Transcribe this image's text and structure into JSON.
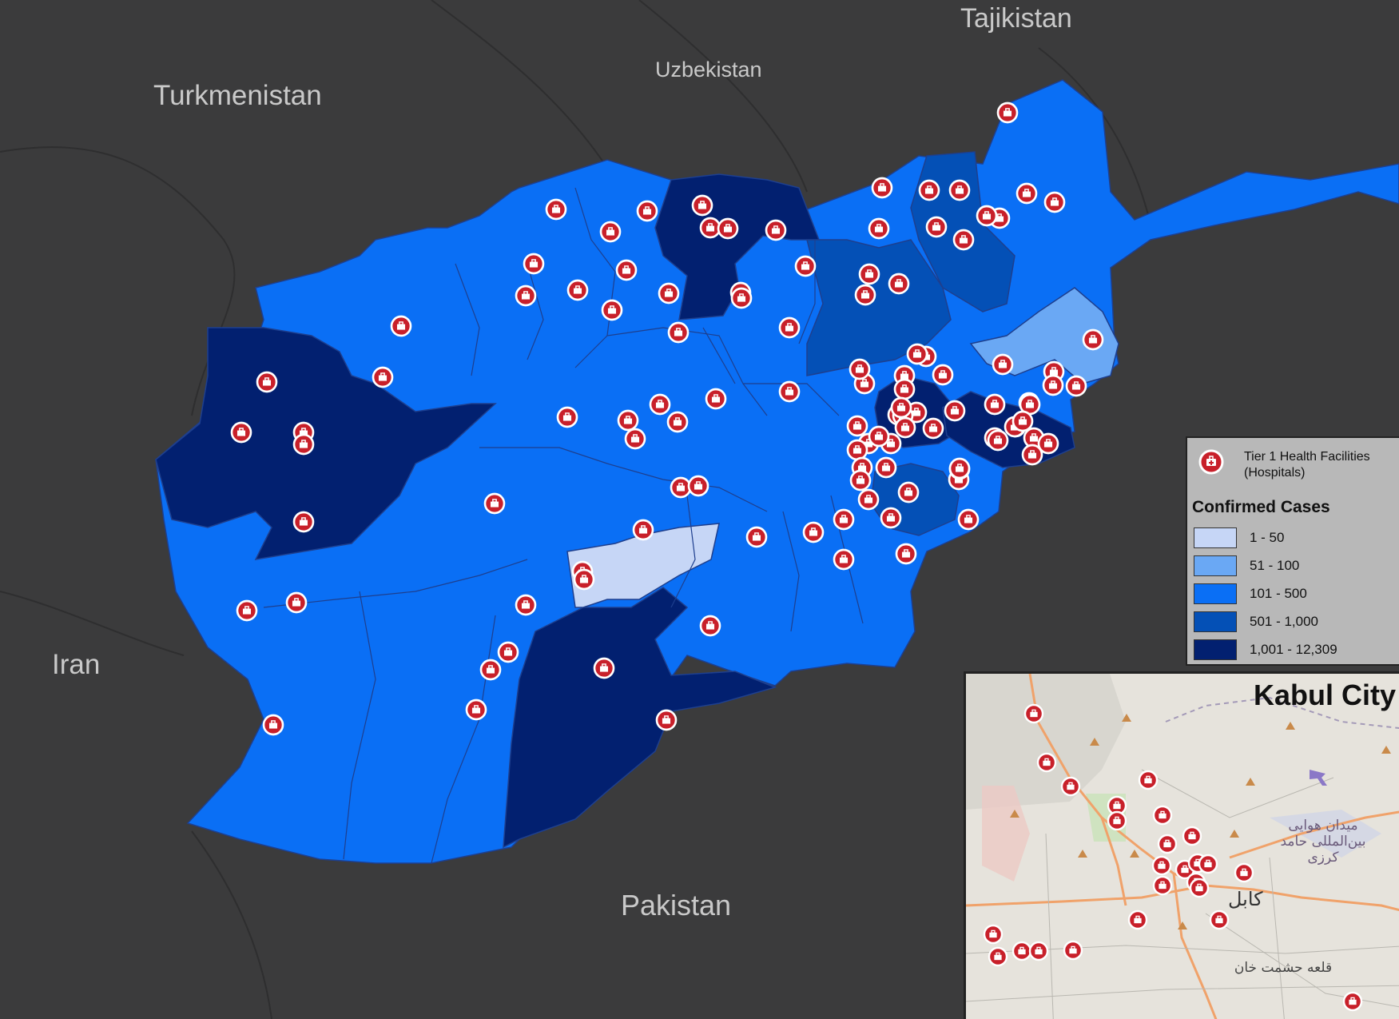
{
  "countries": [
    {
      "name": "Tajikistan"
    },
    {
      "name": "Uzbekistan"
    },
    {
      "name": "Turkmenistan"
    },
    {
      "name": "Iran"
    },
    {
      "name": "Pakistan"
    }
  ],
  "legend": {
    "hospital_label": "Tier 1 Health Facilities (Hospitals)",
    "title": "Confirmed Cases",
    "classes": [
      {
        "label": "1 - 50",
        "color": "#c6d6f6"
      },
      {
        "label": "51 - 100",
        "color": "#6aa8f4"
      },
      {
        "label": "101 - 500",
        "color": "#0a6ff5"
      },
      {
        "label": "501 - 1,000",
        "color": "#0450b6"
      },
      {
        "label": "1,001 - 12,309",
        "color": "#022070"
      }
    ]
  },
  "inset": {
    "title": "Kabul City",
    "places": [
      {
        "text": "میدان هوایی بین‌المللی حامد کرزی"
      },
      {
        "text": "کابل"
      },
      {
        "text": "قلعه حشمت خان"
      }
    ]
  },
  "colors": {
    "background": "#3b3b3c",
    "hospital_marker": "#c8202a",
    "border": "#1d3f8a"
  }
}
